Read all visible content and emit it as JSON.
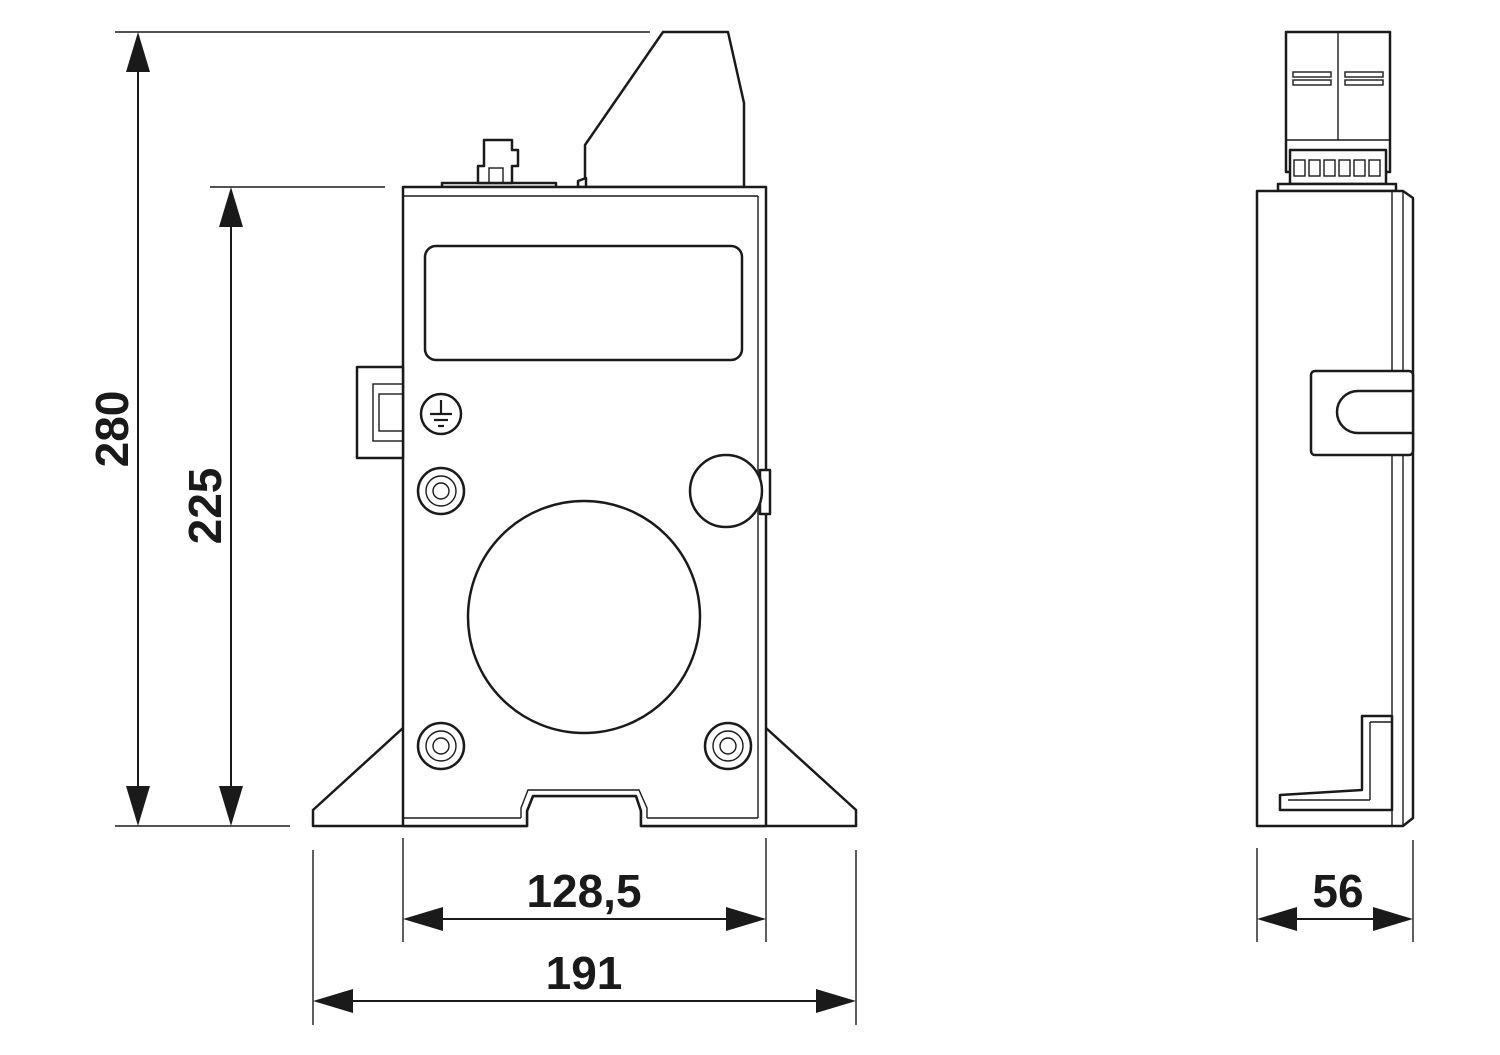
{
  "dimensions": {
    "total_height": "280",
    "body_height": "225",
    "body_width": "128,5",
    "total_width": "191",
    "depth": "56"
  },
  "colors": {
    "line": "#1a1a1a",
    "background": "#ffffff"
  },
  "icons": {
    "ground": "ground-symbol-icon"
  }
}
